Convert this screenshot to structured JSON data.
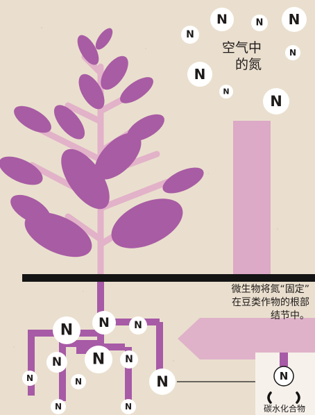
{
  "air_label": [
    "空气中",
    "的氮"
  ],
  "fixation_note": [
    "微生物将氮“固定”",
    "在豆类作物的根部",
    "结节中。"
  ],
  "carbohydrate_label": "碳水化合物",
  "nitrogen_symbol": "N",
  "colors": {
    "background": "#eadfce",
    "leaf": "#a85ca4",
    "stem_light": "#e2b2c9",
    "root": "#a75aa6",
    "bar": "#dca9c6",
    "arrow": "#dfb2c9",
    "ground": "#141414",
    "circle": "#ffffff",
    "text": "#1f1b1b"
  }
}
